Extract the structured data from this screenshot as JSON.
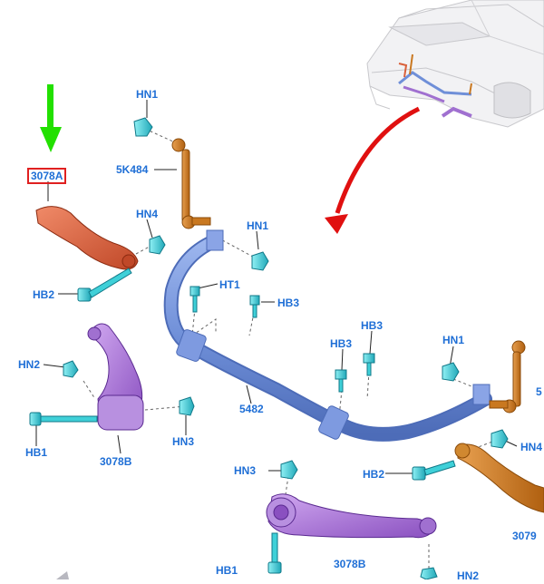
{
  "labels": {
    "l_3078A": "3078A",
    "l_HN1_top": "HN1",
    "l_5K484_left": "5K484",
    "l_HN4_left": "HN4",
    "l_HN1_mid": "HN1",
    "l_HT1": "HT1",
    "l_HB3_mid": "HB3",
    "l_HB2_left": "HB2",
    "l_HN2_left": "HN2",
    "l_HB1_left": "HB1",
    "l_3078B_left": "3078B",
    "l_HN3_left": "HN3",
    "l_5482": "5482",
    "l_HB3_a": "HB3",
    "l_HB3_b": "HB3",
    "l_HN1_right": "HN1",
    "l_5K484_right": "5",
    "l_HN4_right": "HN4",
    "l_HB2_right": "HB2",
    "l_3079": "3079",
    "l_HN3_bottom": "HN3",
    "l_3078B_bottom": "3078B",
    "l_HB1_bottom": "HB1",
    "l_HN2_bottom": "HN2"
  },
  "colors": {
    "label_blue": "#1f6fd6",
    "highlight_red": "#e02020",
    "arrow_green": "#22e000",
    "arrow_red": "#e01010",
    "stabilizer_blue": "#6f8fd8",
    "link_orange": "#c97820",
    "arm_red": "#d9603a",
    "arm_purple": "#a070d0",
    "fastener_cyan": "#3fd0d8"
  }
}
